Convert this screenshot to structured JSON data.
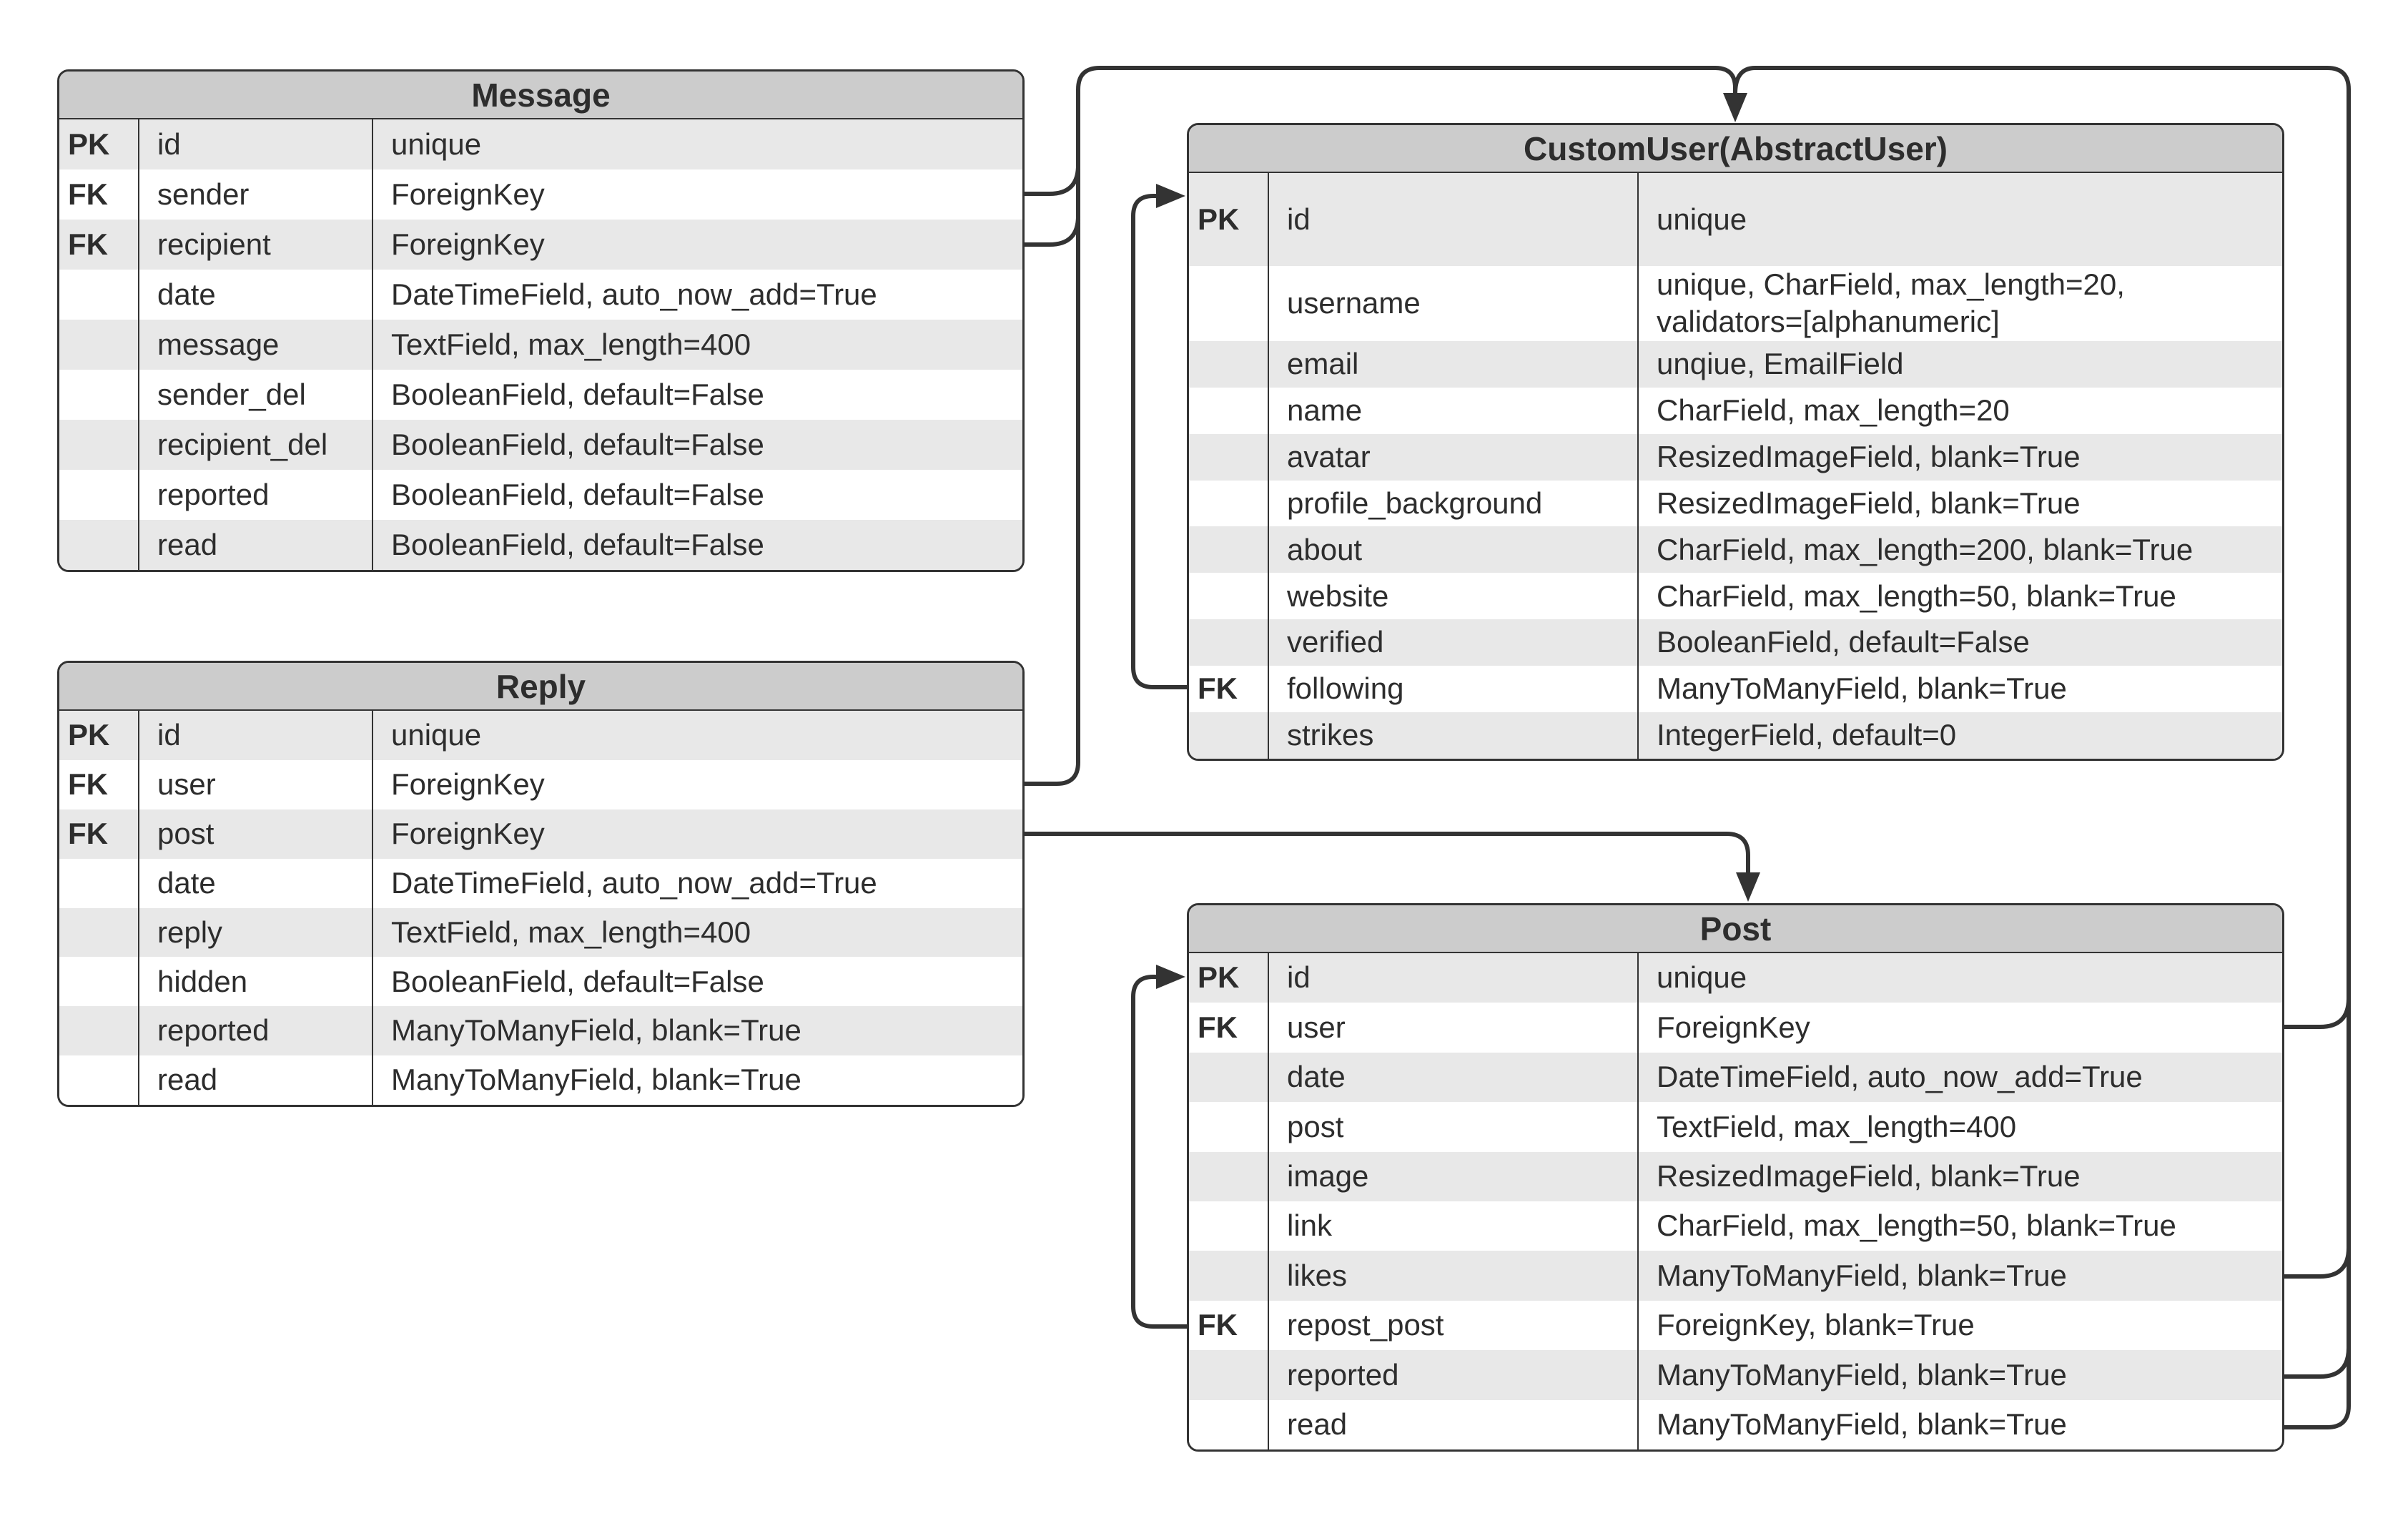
{
  "diagram": {
    "colors": {
      "header_bg": "#cccccc",
      "row_alt": "#e8e8e8",
      "border": "#333333",
      "connector": "#333333",
      "background": "#ffffff",
      "text": "#2d2d2d"
    },
    "tables": [
      {
        "title": "Message",
        "rows": [
          {
            "key": "PK",
            "name": "id",
            "type": "unique"
          },
          {
            "key": "FK",
            "name": "sender",
            "type": "ForeignKey"
          },
          {
            "key": "FK",
            "name": "recipient",
            "type": "ForeignKey"
          },
          {
            "key": "",
            "name": "date",
            "type": "DateTimeField, auto_now_add=True"
          },
          {
            "key": "",
            "name": "message",
            "type": "TextField, max_length=400"
          },
          {
            "key": "",
            "name": "sender_del",
            "type": "BooleanField, default=False"
          },
          {
            "key": "",
            "name": "recipient_del",
            "type": "BooleanField, default=False"
          },
          {
            "key": "",
            "name": "reported",
            "type": "BooleanField, default=False"
          },
          {
            "key": "",
            "name": "read",
            "type": "BooleanField, default=False"
          }
        ]
      },
      {
        "title": "Reply",
        "rows": [
          {
            "key": "PK",
            "name": "id",
            "type": "unique"
          },
          {
            "key": "FK",
            "name": "user",
            "type": "ForeignKey"
          },
          {
            "key": "FK",
            "name": "post",
            "type": "ForeignKey"
          },
          {
            "key": "",
            "name": "date",
            "type": "DateTimeField, auto_now_add=True"
          },
          {
            "key": "",
            "name": "reply",
            "type": "TextField, max_length=400"
          },
          {
            "key": "",
            "name": "hidden",
            "type": "BooleanField, default=False"
          },
          {
            "key": "",
            "name": "reported",
            "type": "ManyToManyField, blank=True"
          },
          {
            "key": "",
            "name": "read",
            "type": "ManyToManyField, blank=True"
          }
        ]
      },
      {
        "title": "CustomUser(AbstractUser)",
        "rows": [
          {
            "key": "PK",
            "name": "id",
            "type": "unique"
          },
          {
            "key": "",
            "name": "username",
            "type": "unique, CharField, max_length=20, validators=[alphanumeric]"
          },
          {
            "key": "",
            "name": "email",
            "type": "unqiue, EmailField"
          },
          {
            "key": "",
            "name": "name",
            "type": "CharField, max_length=20"
          },
          {
            "key": "",
            "name": "avatar",
            "type": "ResizedImageField, blank=True"
          },
          {
            "key": "",
            "name": "profile_background",
            "type": "ResizedImageField, blank=True"
          },
          {
            "key": "",
            "name": "about",
            "type": "CharField, max_length=200, blank=True"
          },
          {
            "key": "",
            "name": "website",
            "type": "CharField, max_length=50, blank=True"
          },
          {
            "key": "",
            "name": "verified",
            "type": "BooleanField, default=False"
          },
          {
            "key": "FK",
            "name": "following",
            "type": "ManyToManyField, blank=True"
          },
          {
            "key": "",
            "name": "strikes",
            "type": "IntegerField, default=0"
          }
        ]
      },
      {
        "title": "Post",
        "rows": [
          {
            "key": "PK",
            "name": "id",
            "type": "unique"
          },
          {
            "key": "FK",
            "name": "user",
            "type": "ForeignKey"
          },
          {
            "key": "",
            "name": "date",
            "type": "DateTimeField, auto_now_add=True"
          },
          {
            "key": "",
            "name": "post",
            "type": "TextField, max_length=400"
          },
          {
            "key": "",
            "name": "image",
            "type": "ResizedImageField, blank=True"
          },
          {
            "key": "",
            "name": "link",
            "type": "CharField, max_length=50, blank=True"
          },
          {
            "key": "",
            "name": "likes",
            "type": "ManyToManyField, blank=True"
          },
          {
            "key": "FK",
            "name": "repost_post",
            "type": "ForeignKey, blank=True"
          },
          {
            "key": "",
            "name": "reported",
            "type": "ManyToManyField, blank=True"
          },
          {
            "key": "",
            "name": "read",
            "type": "ManyToManyField, blank=True"
          }
        ]
      }
    ],
    "relationships": [
      {
        "from": "Message.sender",
        "to": "CustomUser.id"
      },
      {
        "from": "Message.recipient",
        "to": "CustomUser.id"
      },
      {
        "from": "Reply.user",
        "to": "CustomUser.id"
      },
      {
        "from": "Reply.post",
        "to": "Post.id"
      },
      {
        "from": "Post.user",
        "to": "CustomUser.id"
      },
      {
        "from": "Post.likes",
        "to": "CustomUser.id"
      },
      {
        "from": "Post.reported",
        "to": "CustomUser.id"
      },
      {
        "from": "Post.read",
        "to": "CustomUser.id"
      },
      {
        "from": "Post.repost_post",
        "to": "Post.id"
      },
      {
        "from": "CustomUser.following",
        "to": "CustomUser.id"
      }
    ]
  }
}
